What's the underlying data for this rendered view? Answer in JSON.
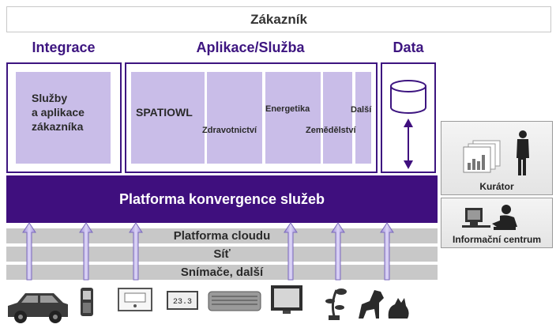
{
  "header": {
    "customer": "Zákazník"
  },
  "sections": {
    "integration": "Integrace",
    "applications": "Aplikace/Služba",
    "data": "Data"
  },
  "integration_tile": {
    "label": "Služby\na aplikace\nzákazníka"
  },
  "app_tiles": {
    "spatiowl": "SPATIOWL",
    "health": "Zdravotnictví",
    "energy": "Energetika",
    "agriculture": "Zemědělství",
    "other": "Další"
  },
  "platform": {
    "label": "Platforma konvergence služeb"
  },
  "layers": {
    "cloud": "Platforma cloudu",
    "network": "Síť",
    "sensors": "Snímače, další"
  },
  "side": {
    "curator": "Kurátor",
    "info_center": "Informační centrum"
  },
  "devices": {
    "meter_readout": "23.3"
  },
  "colors": {
    "accent": "#3f0f7e",
    "tile": "#c9bde8",
    "arrow": "#c4b8ea",
    "layer": "#c8c8c8"
  },
  "icons": [
    "database-icon",
    "car-icon",
    "phone-icon",
    "device-icon",
    "meter-icon",
    "air-conditioner-icon",
    "tv-icon",
    "plant-icon",
    "dog-icon",
    "cat-icon",
    "chart-icon",
    "person-icon",
    "computer-icon"
  ]
}
